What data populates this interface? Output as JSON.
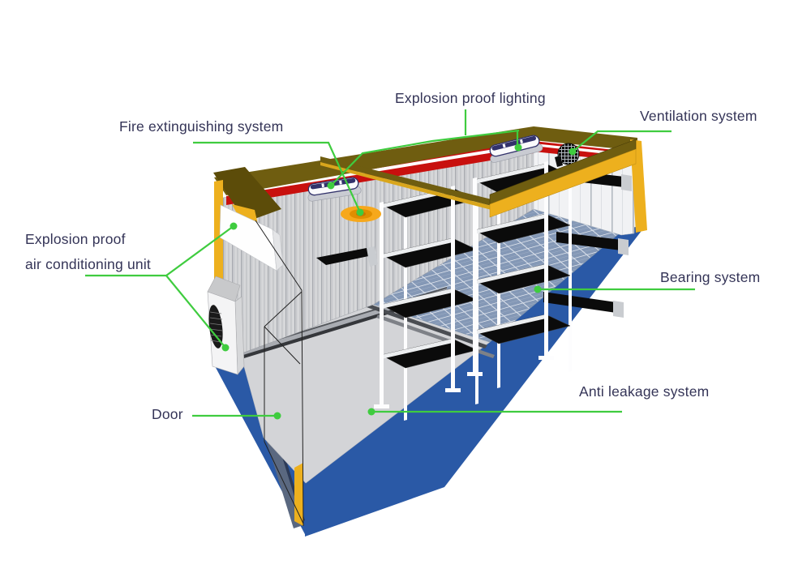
{
  "diagram": {
    "type": "cutaway-illustration",
    "callouts": {
      "lighting": "Explosion proof lighting",
      "fire": "Fire extinguishing system",
      "ventilation": "Ventilation system",
      "ac_line1": "Explosion proof",
      "ac_line2": "air conditioning unit",
      "bearing": "Bearing system",
      "door": "Door",
      "anti_leakage": "Anti leakage system"
    },
    "parts": [
      "explosion-proof-light-fixture",
      "fire-sprinkler",
      "ventilation-fan",
      "air-conditioning-unit",
      "bearing-grid-floor",
      "door",
      "anti-leakage-tray",
      "shelving-rack",
      "container-shell"
    ],
    "colors": {
      "leader_green": "#3FCC3F",
      "label_text": "#343457",
      "base_blue": "#2A59A6",
      "base_blue_dark": "#2C3A57",
      "trim_yellow": "#EDB01E",
      "fascia_olive": "#6F5D10",
      "fascia_dark": "#5C4C09",
      "stripe_red": "#C8100E",
      "wall_gray": "#D6D7D9",
      "panel_white": "#F1F2F4",
      "floor_grid_base": "#8498B6",
      "floor_grid_line": "#E6EAF1",
      "apron_gray": "#D3D4D7",
      "shelf_black": "#0B0B0B",
      "frame_white": "#FDFDFE",
      "sprinkler_orange": "#F6A81C"
    }
  }
}
